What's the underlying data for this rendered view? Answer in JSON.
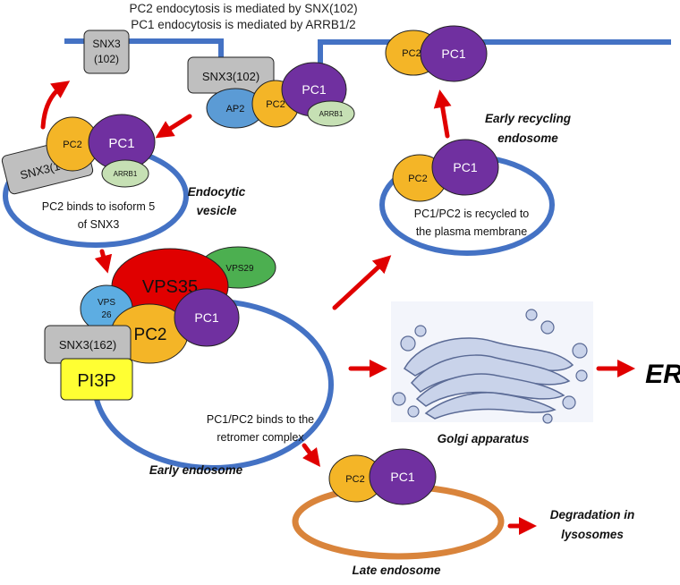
{
  "header": {
    "line1": "PC2 endocytosis is mediated by SNX(102)",
    "line2": "PC1 endocytosis is mediated by ARRB1/2"
  },
  "membrane": {
    "snx3_box": [
      "SNX3",
      "(102)"
    ],
    "complex_snx3": "SNX3(102)",
    "ap2": "AP2",
    "pc1": "PC1",
    "pc2": "PC2",
    "arrb1": "ARRB1",
    "surface_pc1": "PC1",
    "surface_pc2": "PC2"
  },
  "vesicle": {
    "pc1": "PC1",
    "pc2": "PC2",
    "arrb1": "ARRB1",
    "snx3": "SNX3(102)",
    "note": [
      "PC2 binds to isoform 5",
      "of SNX3"
    ],
    "title": [
      "Endocytic",
      "vesicle"
    ]
  },
  "recycling": {
    "pc1": "PC1",
    "pc2": "PC2",
    "note": [
      "PC1/PC2 is recycled to",
      "the plasma membrane"
    ],
    "title": [
      "Early recycling",
      "endosome"
    ]
  },
  "early_endosome": {
    "vps35": "VPS35",
    "vps29": "VPS29",
    "vps26": [
      "VPS",
      "26"
    ],
    "pc2": "PC2",
    "pc1": "PC1",
    "snx3": "SNX3(162)",
    "pi3p": "PI3P",
    "note": [
      "PC1/PC2 binds to the",
      "retromer complex"
    ],
    "title": "Early endosome"
  },
  "golgi": {
    "title": "Golgi apparatus"
  },
  "er": {
    "label": "ER"
  },
  "late_endosome": {
    "pc1": "PC1",
    "pc2": "PC2",
    "title": "Late endosome"
  },
  "degradation": {
    "label": [
      "Degradation in",
      "lysosomes"
    ]
  },
  "colors": {
    "membrane_blue": "#4472c4",
    "late_orange": "#d9843b",
    "pc1_purple": "#7030a0",
    "pc2_gold": "#f4b527",
    "arrb1_green": "#c6e0b4",
    "ap2_blue": "#5b9bd5",
    "snx3_gray": "#bfbfbf",
    "vps35_red": "#e00000",
    "vps29_green": "#4caf50",
    "vps26_blue": "#5dade2",
    "pi3p_yellow": "#ffff33",
    "arrow_red": "#e00000",
    "golgi_fill": "#c9d3ea"
  }
}
